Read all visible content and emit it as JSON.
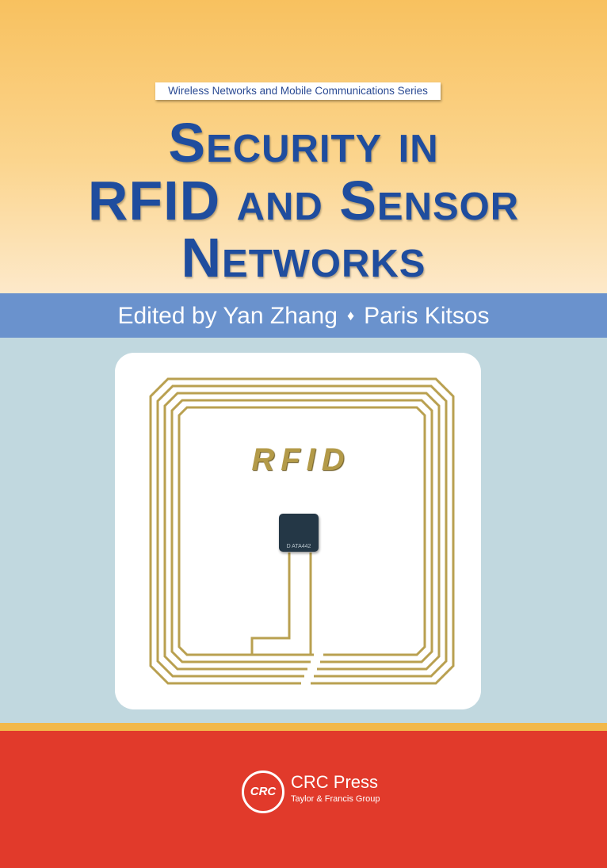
{
  "series_label": "Wireless Networks and Mobile Communications Series",
  "title_lines": [
    "Security in",
    "RFID and Sensor",
    "Networks"
  ],
  "editors": {
    "prefix": "Edited by",
    "editor1": "Yan Zhang",
    "separator": "♦",
    "editor2": "Paris Kitsos"
  },
  "illustration": {
    "tag_label": "RFID",
    "chip_label": "D ATA442"
  },
  "publisher": {
    "logo_text": "CRC",
    "name": "CRC Press",
    "group": "Taylor & Francis Group"
  },
  "colors": {
    "title": "#1f4d9e",
    "band": "#6a92cd",
    "bottom": "#e13a2b",
    "antenna": "#b9a050"
  }
}
